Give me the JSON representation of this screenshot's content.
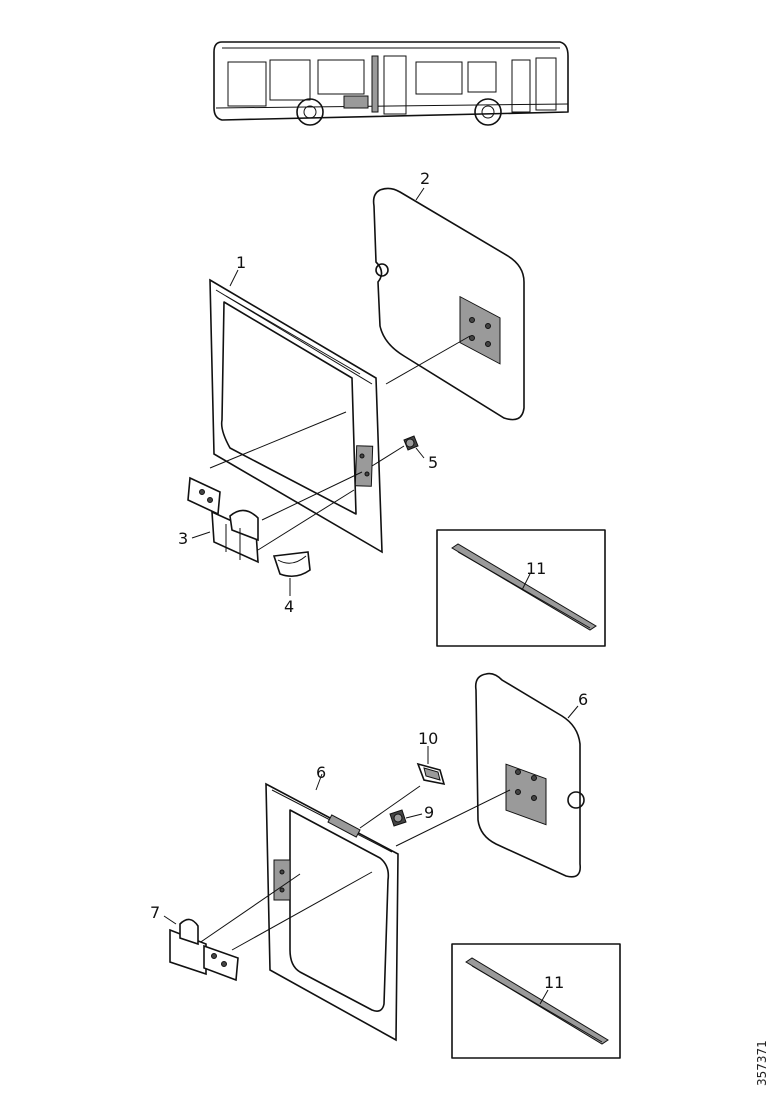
{
  "callouts": {
    "c1": "1",
    "c2": "2",
    "c3": "3",
    "c4": "4",
    "c5": "5",
    "c6a": "6",
    "c6b": "6",
    "c7": "7",
    "c9": "9",
    "c10": "10",
    "c11a": "11",
    "c11b": "11"
  },
  "document_id": "357371"
}
